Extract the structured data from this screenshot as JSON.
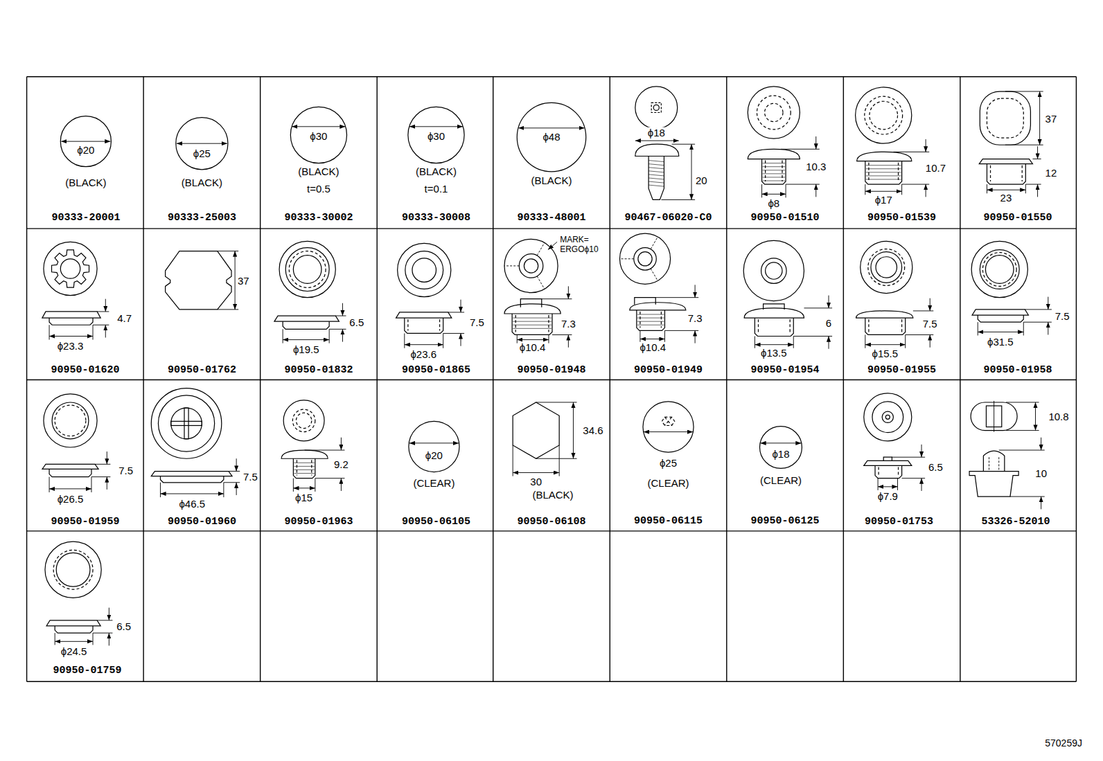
{
  "diagram": {
    "labels": [
      "ϕ20",
      "(BLACK)",
      "90333-20001",
      "ϕ25",
      "(BLACK)",
      "90333-25003",
      "ϕ30",
      "(BLACK)",
      "t=0.5",
      "90333-30002",
      "ϕ30",
      "(BLACK)",
      "t=0.1",
      "90333-30008",
      "ϕ48",
      "(BLACK)",
      "90333-48001",
      "ϕ18",
      "20",
      "90467-06020-C0",
      "10.3",
      "ϕ8",
      "90950-01510",
      "10.7",
      "ϕ17",
      "90950-01539",
      "37",
      "12",
      "23",
      "90950-01550",
      "4.7",
      "ϕ23.3",
      "90950-01620",
      "37",
      "90950-01762",
      "6.5",
      "ϕ19.5",
      "90950-01832",
      "7.5",
      "ϕ23.6",
      "90950-01865",
      "MARK= ERGOϕ10",
      "7.3",
      "ϕ10.4",
      "90950-01948",
      "7.3",
      "ϕ10.4",
      "90950-01949",
      "6",
      "ϕ13.5",
      "90950-01954",
      "7.5",
      "ϕ15.5",
      "90950-01955",
      "7.5",
      "ϕ31.5",
      "90950-01958",
      "7.5",
      "ϕ26.5",
      "90950-01959",
      "7.5",
      "ϕ46.5",
      "90950-01960",
      "9.2",
      "ϕ15",
      "90950-01963",
      "ϕ20",
      "(CLEAR)",
      "90950-06105",
      "34.6",
      "30",
      "(BLACK)",
      "90950-06108",
      "ϕ25",
      "(CLEAR)",
      "90950-06115",
      "ϕ18",
      "(CLEAR)",
      "90950-06125",
      "6.5",
      "ϕ7.9",
      "90950-01753",
      "10.8",
      "10",
      "53326-52010",
      "6.5",
      "ϕ24.5",
      "90950-01759",
      "570259J"
    ]
  }
}
